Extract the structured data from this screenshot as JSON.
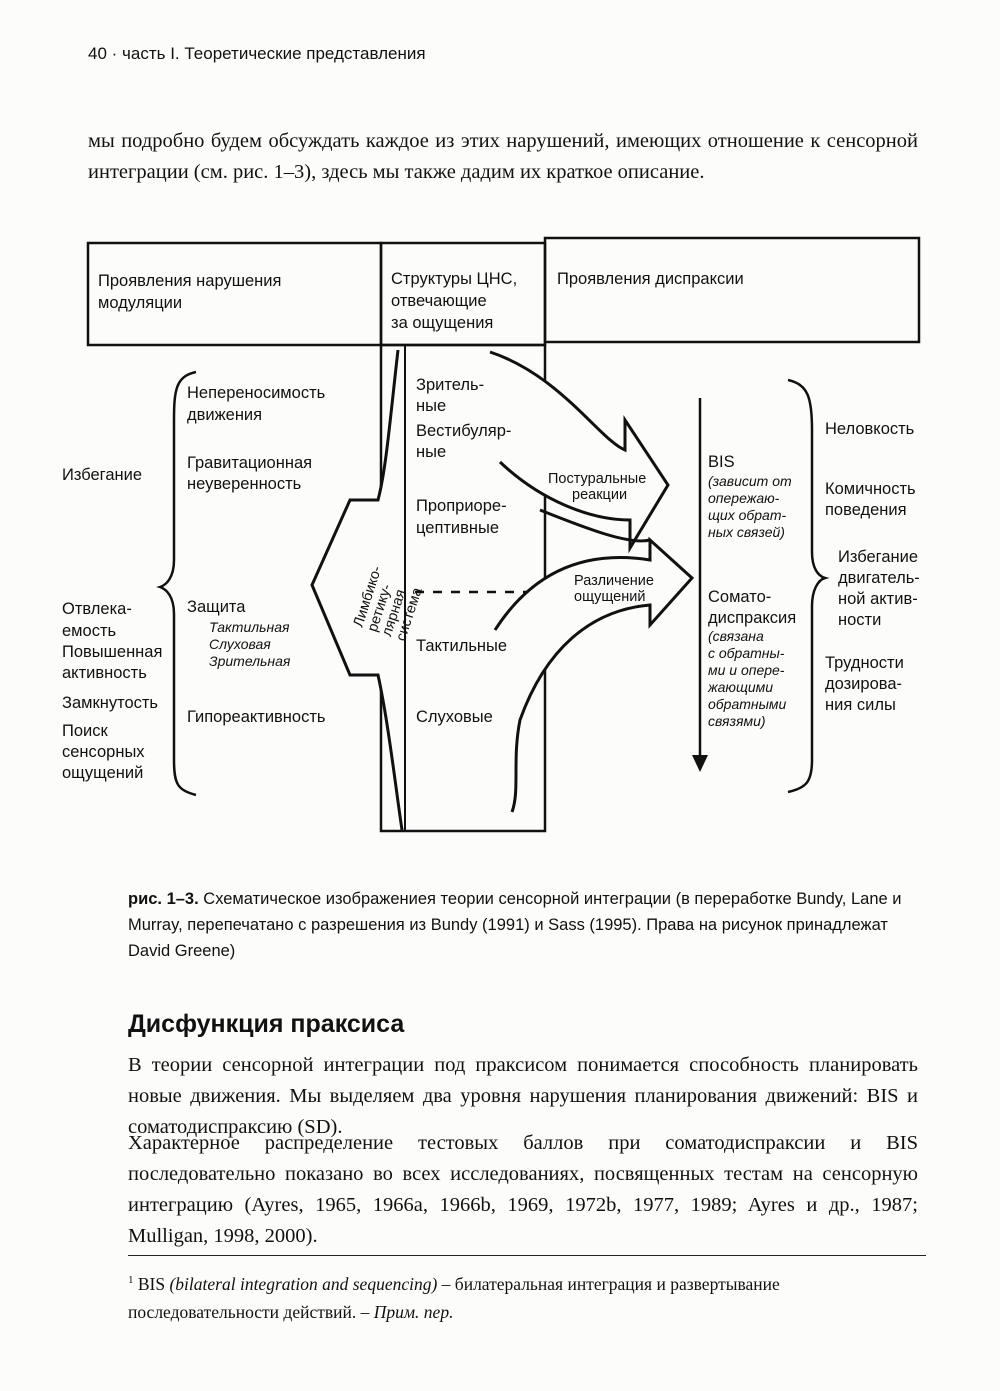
{
  "running_head": "40 · часть I. Теоретические представления",
  "intro_text": "мы подробно будем обсуждать каждое из этих нарушений, имеющих отношение к сенсорной интеграции (см. рис. 1–3), здесь мы также дадим их краткое описание.",
  "diagram": {
    "header_left": [
      "Проявления нарушения",
      "модуляции"
    ],
    "header_center": [
      "Структуры ЦНС,",
      "отвечающие",
      "за ощущения"
    ],
    "header_right": [
      "Проявления диспраксии"
    ],
    "far_left": {
      "avoidance": "Избегание",
      "distract": [
        "Отвлека-",
        "емость"
      ],
      "hyper": [
        "Повышенная",
        "активность"
      ],
      "withdrawn": "Замкнутость",
      "seeking": [
        "Поиск",
        "сенсорных",
        "ощущений"
      ]
    },
    "modulation": {
      "intolerance": [
        "Непереносимость",
        "движения"
      ],
      "gravitational": [
        "Гравитационная",
        "неуверенность"
      ],
      "defense": "Защита",
      "defense_types": [
        "Тактильная",
        "Слуховая",
        "Зрительная"
      ],
      "hyporeactivity": "Гипореактивность"
    },
    "cns": {
      "visual": [
        "Зритель-",
        "ные"
      ],
      "vestibular": [
        "Вестибуляр-",
        "ные"
      ],
      "proprio": [
        "Проприоре-",
        "цептивные"
      ],
      "tactile": "Тактильные",
      "auditory": "Слуховые",
      "limbic": [
        "Лимбико-",
        "ретику-",
        "лярная",
        "система"
      ]
    },
    "arrows": {
      "postural": [
        "Постуральные",
        "реакции"
      ],
      "discrimination": [
        "Различение",
        "ощущений"
      ]
    },
    "praxis": {
      "bis": "BIS",
      "bis_note": [
        "(зависит от",
        "опережаю-",
        "щих обрат-",
        "ных связей)"
      ],
      "soma": [
        "Сомато-",
        "диспраксия"
      ],
      "soma_note": [
        "(связана",
        "с обратны-",
        "ми и опере-",
        "жающими",
        "обратными",
        "связями)"
      ]
    },
    "outcomes": {
      "clumsiness": "Неловкость",
      "comical": [
        "Комичность",
        "поведения"
      ],
      "avoid_motor": [
        "Избегание",
        "двигатель-",
        "ной актив-",
        "ности"
      ],
      "force": [
        "Трудности",
        "дозирова-",
        "ния силы"
      ]
    }
  },
  "caption_label": "рис. 1–3.",
  "caption_text": " Схематическое изображениея теории сенсорной интеграции (в переработке Bundy, Lane и Murray, перепечатано с разрешения из Bundy (1991) и Sass (1995). Права на рисунок принадлежат David Greene)",
  "heading": "Дисфункция праксиса",
  "p1": "В теории сенсорной интеграции под праксисом понимается способность планировать новые движения. Мы выделяем два уровня нарушения планирования движений: BIS  и соматодиспраксию (SD).",
  "p2": "Характерное распределение тестовых баллов при соматодиспраксии и BIS последовательно показано во всех исследованиях, посвященных тестам на сенсорную интеграцию (Ayres, 1965, 1966a, 1966b, 1969, 1972b, 1977, 1989; Ayres и др., 1987; Mulligan, 1998, 2000).",
  "footnote": {
    "mark": "1",
    "term": "BIS",
    "term_expansion": "(bilateral integration and sequencing)",
    "definition": " – билатеральная интеграция и развертывание последовательности действий. – ",
    "note": "Прим. пер."
  }
}
